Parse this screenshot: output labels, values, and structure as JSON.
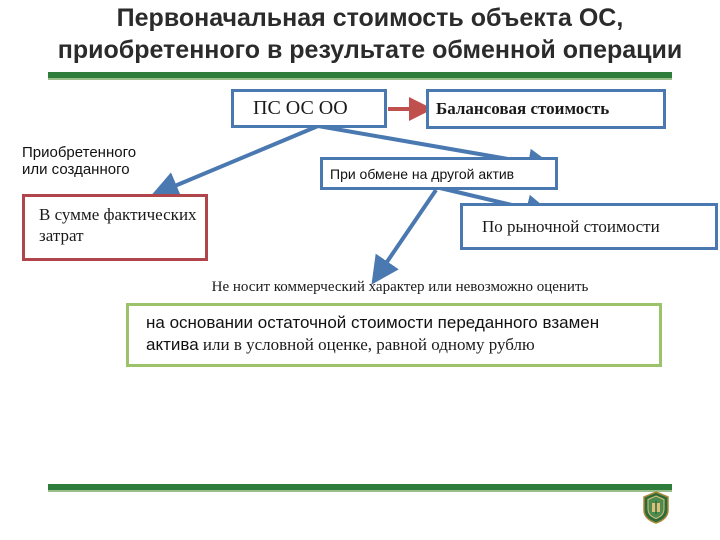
{
  "title": "Первоначальная стоимость объекта ОС, приобретенного в результате обменной операции",
  "nodes": {
    "root": "ПС ОС ОО",
    "balance": "Балансовая стоимость",
    "acquired_label": "Приобретенного или созданного",
    "actual_costs": "В сумме фактических затрат",
    "exchange": "При обмене на другой актив",
    "market_value": "По рыночной стоимости",
    "non_commercial": "Не носит коммерческий характер или невозможно оценить",
    "residual_value_part1": "на основании остаточной стоимости переданного взамен актива",
    "residual_value_part2": " или в условной оценке, равной одному рублю"
  },
  "colors": {
    "blue_border": "#4a78b0",
    "red_border": "#b0464b",
    "green_border": "#9cc36a",
    "rule_green": "#2e7d3a",
    "arrow_red": "#c0504d"
  }
}
